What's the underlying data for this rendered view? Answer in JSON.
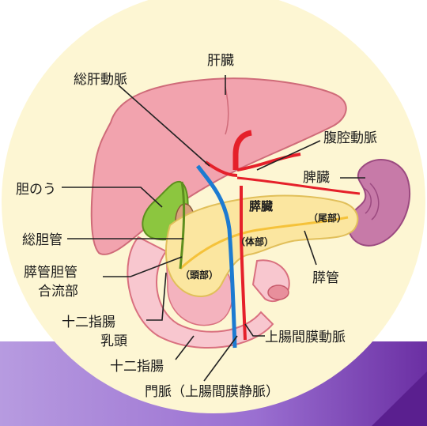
{
  "labels": {
    "liver": "肝臓",
    "common_hepatic_artery": "総肝動脈",
    "celiac_artery": "腹腔動脈",
    "spleen": "脾臓",
    "gallbladder": "胆のう",
    "pancreas": "膵臓",
    "tail": "（尾部）",
    "body": "（体部）",
    "head": "（頭部）",
    "common_bile_duct": "総胆管",
    "pancreatic_duct": "膵管",
    "pancreaticobiliary_junction_line1": "膵管胆管",
    "pancreaticobiliary_junction_line2": "合流部",
    "duodenal_papilla_line1": "十二指腸",
    "duodenal_papilla_line2": "乳頭",
    "duodenum": "十二指腸",
    "superior_mesenteric_artery": "上腸間膜動脈",
    "portal_vein": "門脈（上腸間膜静脈）"
  },
  "colors": {
    "background_circle": "#fdf6d3",
    "purple_band": "#8a5cc4",
    "liver": "#f2a3ae",
    "gallbladder": "#8cc63f",
    "pancreas": "#fbe6a0",
    "duodenum": "#f8c7cf",
    "spleen": "#c77aa8",
    "artery": "#e5202a",
    "vein": "#1d7bd1",
    "duct": "#f5c23a"
  }
}
